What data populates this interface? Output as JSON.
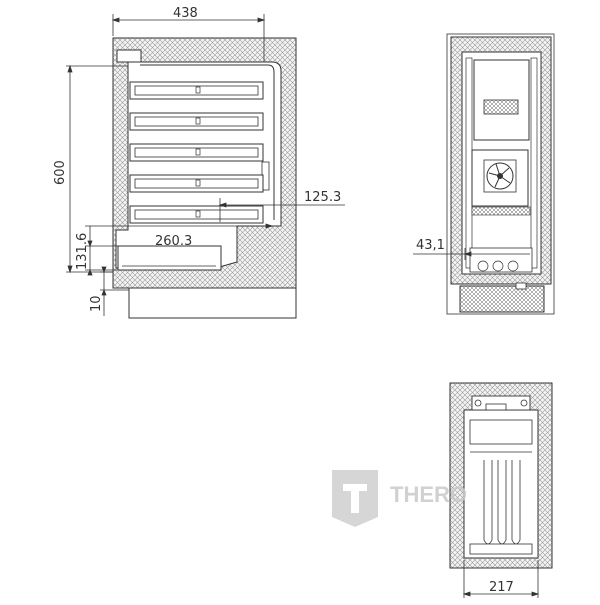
{
  "dimensions": {
    "width_top": "438",
    "height_left": "600",
    "shelf_depth": "125.3",
    "drawer_depth": "260.3",
    "drawer_height": "131.6",
    "plinth": "10",
    "front_offset": "43,1",
    "bottom_width": "217"
  },
  "watermark": {
    "text": "THERO"
  }
}
